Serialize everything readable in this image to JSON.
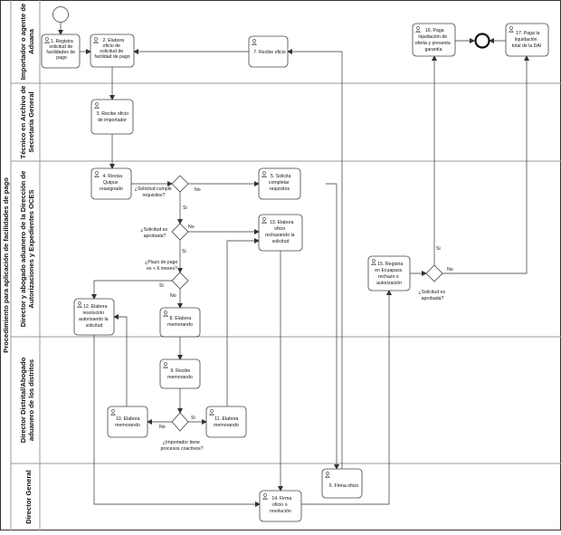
{
  "pool": {
    "title": "Procedimiento para aplicación de facilidades de pago"
  },
  "lanes": [
    {
      "id": "importador",
      "lines": [
        "Importador o agente de",
        "Aduana"
      ]
    },
    {
      "id": "tecnico",
      "lines": [
        "Técnico en Archivo de",
        "Secretaría General"
      ]
    },
    {
      "id": "director",
      "lines": [
        "Director y  abogado aduanero de la Dirección de",
        "Autorizaciones y Expedientes OCES"
      ]
    },
    {
      "id": "distrital",
      "lines": [
        "Director Distrital/Abogado",
        "aduanero de los distritos"
      ]
    },
    {
      "id": "general",
      "lines": [
        "Director General"
      ]
    }
  ],
  "tasks": [
    {
      "id": "t1",
      "lines": [
        "1. Registra",
        "solicitud de",
        "facilidades de",
        "pago"
      ]
    },
    {
      "id": "t2",
      "lines": [
        "2. Elabora",
        "oficio de",
        "solicitud de",
        "facilidad de pago"
      ]
    },
    {
      "id": "t3",
      "lines": [
        "3. Recibe oficio",
        "de importador"
      ]
    },
    {
      "id": "t4",
      "lines": [
        "4. Revisa",
        "Quipux",
        "reasignado"
      ]
    },
    {
      "id": "t5",
      "lines": [
        "5. Solicita",
        "completar",
        "requisitos"
      ]
    },
    {
      "id": "t6",
      "lines": [
        "6. Firma oficio"
      ]
    },
    {
      "id": "t7",
      "lines": [
        "7. Recibe oficio"
      ]
    },
    {
      "id": "t8",
      "lines": [
        "8. Elabora",
        "memorando"
      ]
    },
    {
      "id": "t9",
      "lines": [
        "9. Recibe",
        "memorando"
      ]
    },
    {
      "id": "t10",
      "lines": [
        "10. Elabora",
        "memorando"
      ]
    },
    {
      "id": "t11",
      "lines": [
        "11. Elabora",
        "memorando"
      ]
    },
    {
      "id": "t12",
      "lines": [
        "12. Elabora",
        "resolución",
        "autorizando la",
        "solicitud"
      ]
    },
    {
      "id": "t13",
      "lines": [
        "13. Elabora",
        "oficio",
        "rechazando la",
        "solicitud"
      ]
    },
    {
      "id": "t14",
      "lines": [
        "14. Firma",
        "oficio o",
        "resolución"
      ]
    },
    {
      "id": "t15",
      "lines": [
        "15. Registra",
        "en Ecuapass",
        "rechazo o",
        "autorización"
      ]
    },
    {
      "id": "t16",
      "lines": [
        "16. Paga",
        "liquidación de",
        "oferta y presenta",
        "garantía"
      ]
    },
    {
      "id": "t17",
      "lines": [
        "17. Paga la",
        "liquidación",
        "total de la DAI"
      ]
    }
  ],
  "gateways": [
    {
      "id": "g1",
      "lines": [
        "¿Solicitud cumple",
        "requisitos?"
      ]
    },
    {
      "id": "g2",
      "lines": [
        "¿Solicitud es",
        "aprobada?"
      ]
    },
    {
      "id": "g3",
      "lines": [
        "¿Plazo de pago",
        "es < 6 meses?"
      ]
    },
    {
      "id": "g4",
      "lines": [
        "¿Importador tiene",
        "procesos coactivos?"
      ]
    },
    {
      "id": "g5",
      "lines": [
        "¿Solicitud es",
        "aprobada?"
      ]
    }
  ],
  "flow_labels": {
    "si": "Si",
    "no": "No"
  },
  "colors": {
    "stroke": "#444444",
    "lane_divider": "#9a9a9a"
  }
}
